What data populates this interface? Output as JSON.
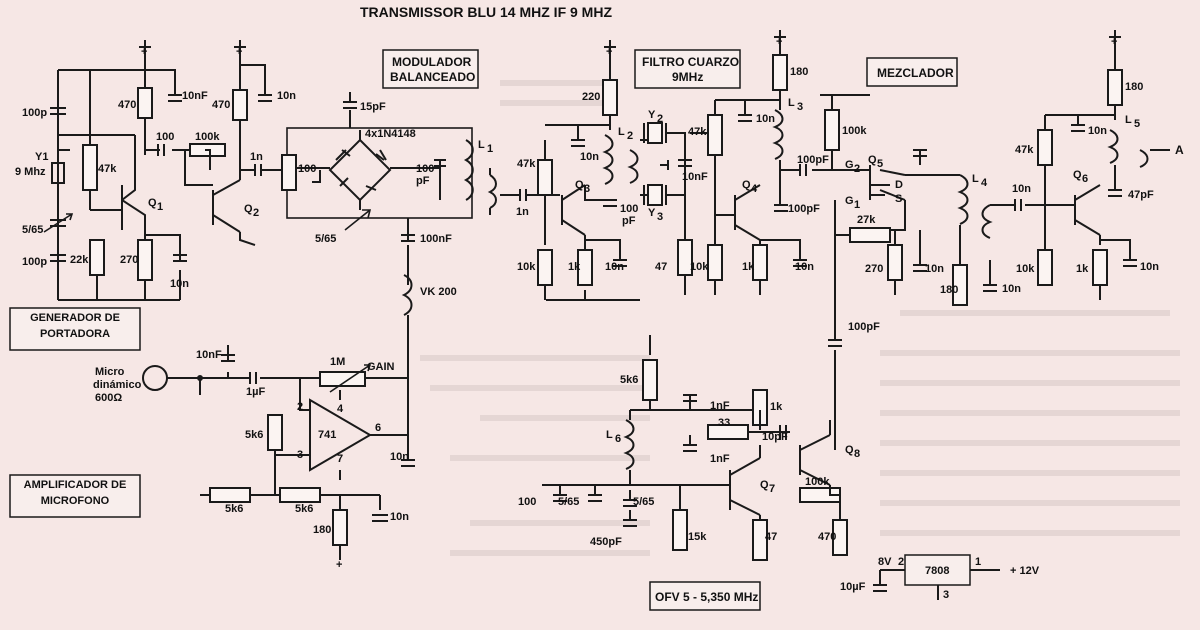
{
  "title": "TRANSMISSOR BLU 14 MHZ IF 9 MHZ",
  "blocks": {
    "carrier_gen": "GENERADOR DE PORTADORA",
    "mic_amp": "AMPLIFICADOR DE MICROFONO",
    "modulator": [
      "MODULADOR",
      "BALANCEADO"
    ],
    "crystal_filter": [
      "FILTRO CUARZO",
      "9MHz"
    ],
    "mixer": "MEZCLADOR",
    "vfo": "OFV  5 - 5,350 MHz"
  },
  "labels": {
    "plus": "+",
    "c100p_a": "100p",
    "c100p_b": "100p",
    "y1": "Y1",
    "y1f": "9 Mhz",
    "c565a": "5/65",
    "r470a": "470",
    "c10nf_a": "10nF",
    "r47k_a": "47k",
    "c100": "100",
    "r100k_a": "100k",
    "q1": "Q",
    "q1s": "1",
    "r22k": "22k",
    "r270a": "270",
    "c10n_a": "10n",
    "r470b": "470",
    "c10n_b": "10n",
    "c1n_a": "1n",
    "r100": "100",
    "q2": "Q",
    "q2s": "2",
    "c15pf": "15pF",
    "diodes": "4x1N4148",
    "c100pf_a": "100",
    "c100pf_a2": "pF",
    "l1": "L",
    "l1s": "1",
    "c565b": "5/65",
    "c100nf_a": "100nF",
    "vk200": "VK 200",
    "r220": "220",
    "r47k_b": "47k",
    "c10n_c": "10n",
    "l2": "L",
    "l2s": "2",
    "c1n_b": "1n",
    "q3": "Q",
    "q3s": "3",
    "c100pf_b": "100",
    "c100pf_b2": "pF",
    "r10k_a": "10k",
    "r1k_a": "1k",
    "c10n_d": "10n",
    "y2": "Y",
    "y2s": "2",
    "y3": "Y",
    "y3s": "3",
    "r47_a": "47",
    "c10nf_b": "10nF",
    "r180a": "180",
    "r47k_c": "47k",
    "c10n_e": "10n",
    "l3": "L",
    "l3s": "3",
    "c100pf_c": "100pF",
    "q4": "Q",
    "q4s": "4",
    "c100pf_d": "100pF",
    "r10k_b": "10k",
    "r1k_b": "1k",
    "c10n_f": "10n",
    "r100k_b": "100k",
    "g2": "G",
    "g2s": "2",
    "q5": "Q",
    "q5s": "5",
    "dd": "D",
    "ss": "S",
    "g1": "G",
    "g1s": "1",
    "r27k": "27k",
    "r270b": "270",
    "c10n_g": "10n",
    "r180b": "180",
    "c10n_h": "10n",
    "l4": "L",
    "l4s": "4",
    "c100pf_e": "100pF",
    "r180c": "180",
    "c10n_i": "10n",
    "r47k_d": "47k",
    "l5": "L",
    "l5s": "5",
    "a": "A",
    "q6": "Q",
    "q6s": "6",
    "c47pf": "47pF",
    "c10n_j": "10n",
    "r10k_c": "10k",
    "r1k_c": "1k",
    "c10n_k": "10n",
    "c10nf_c": "10nF",
    "r1m": "1M",
    "gain": "GAIN",
    "micro": [
      "Micro",
      "dinámico",
      "600Ω"
    ],
    "c1pf": "1µF",
    "p2": "2",
    "p4": "4",
    "p6": "6",
    "p3": "3",
    "p7": "7",
    "op741": "741",
    "r5k6a": "5k6",
    "c10n_l": "10n",
    "r5k6b": "5k6",
    "r5k6c": "5k6",
    "r180d": "180",
    "c10n_m": "10n",
    "r5k6d": "5k6",
    "l6": "L",
    "l6s": "6",
    "c1nf_a": "1nF",
    "r1k_d": "1k",
    "r33": "33",
    "c1nf_b": "1nF",
    "c10pf": "10pF",
    "q7": "Q",
    "q7s": "7",
    "q8": "Q",
    "q8s": "8",
    "r100k_c": "100k",
    "c100_b": "100",
    "c565c": "5/65",
    "c565d": "5/65",
    "c450pf": "450pF",
    "r15k": "15k",
    "r47_b": "47",
    "r470c": "470",
    "v8": "8V",
    "n2": "2",
    "reg": "7808",
    "n1": "1",
    "v12": "+ 12V",
    "c10uf": "10µF",
    "n3": "3"
  }
}
